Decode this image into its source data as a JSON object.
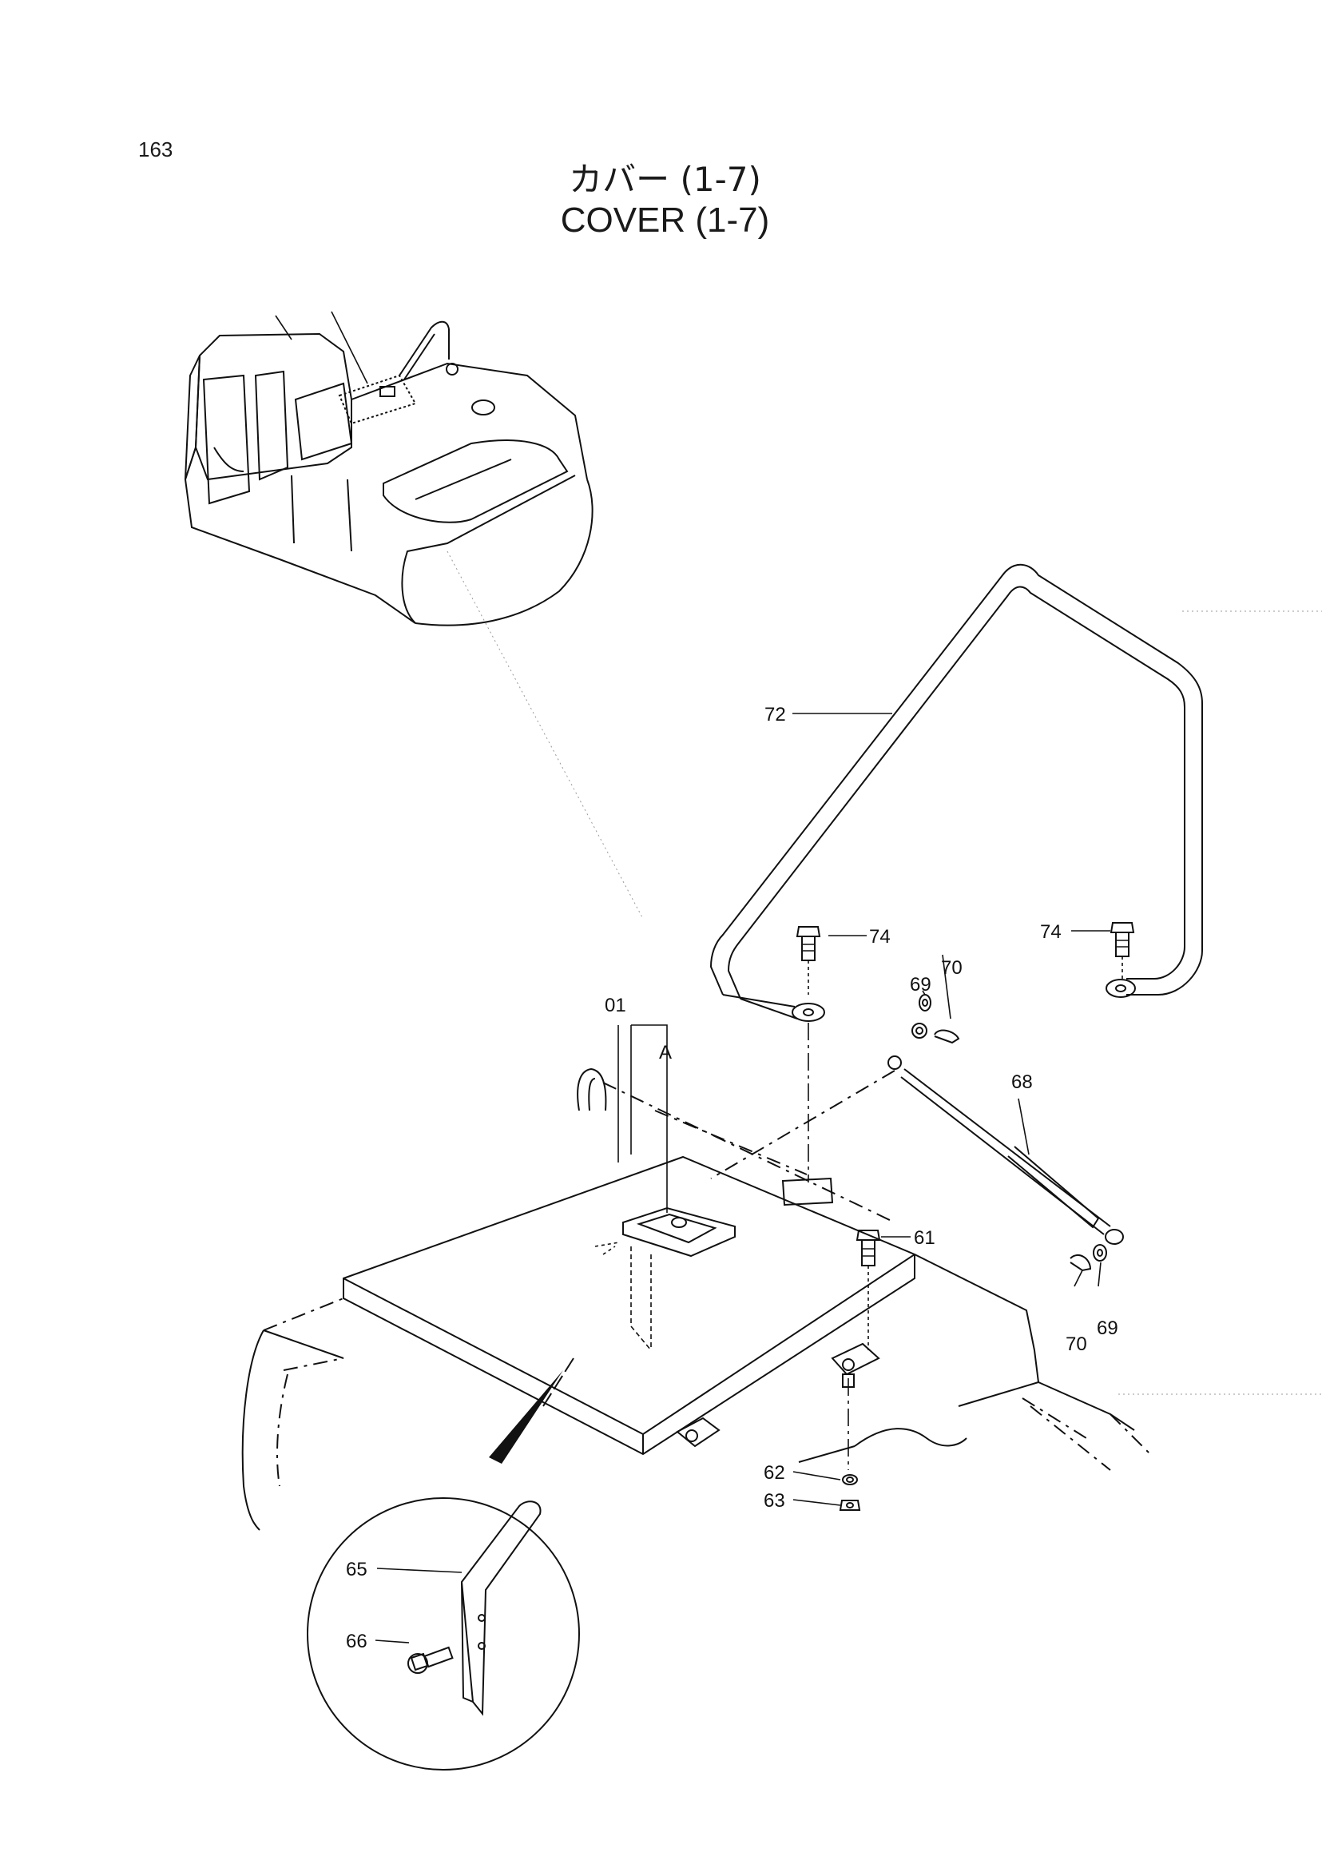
{
  "page": {
    "number": "163"
  },
  "title": {
    "japanese": "カバー (1-7)",
    "english": "COVER (1-7)"
  },
  "callouts": {
    "c72": "72",
    "c74a": "74",
    "c74b": "74",
    "c01": "01",
    "cA": "A",
    "c69a": "69",
    "c70a": "70",
    "c68": "68",
    "c61": "61",
    "c70b": "70",
    "c69b": "69",
    "c62": "62",
    "c63": "63",
    "c65": "65",
    "c66": "66"
  }
}
